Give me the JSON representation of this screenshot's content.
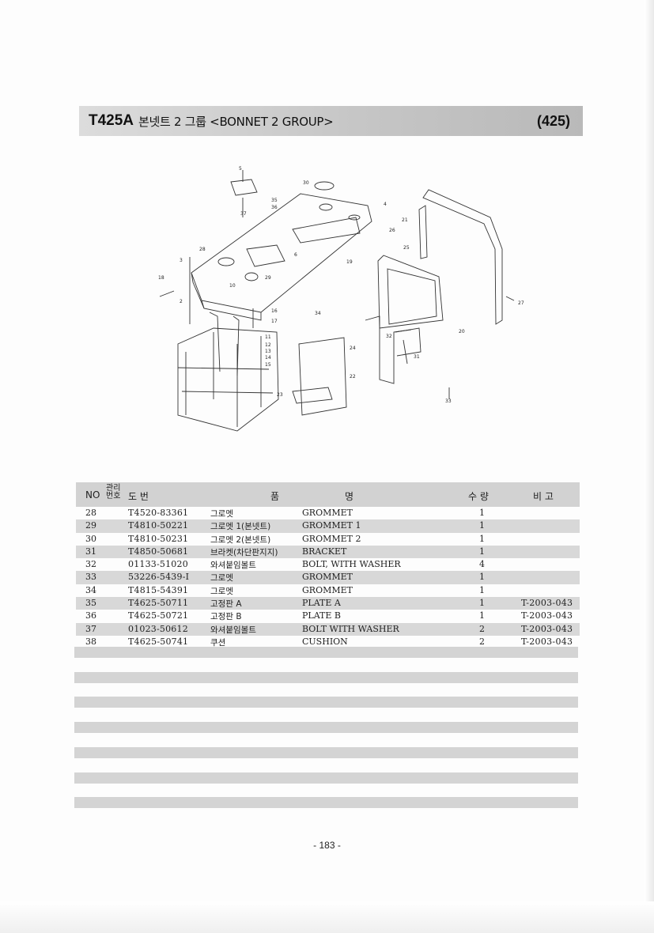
{
  "header": {
    "code": "T425A",
    "title": "본넷트 2 그룹 <BONNET 2 GROUP>",
    "number": "(425)"
  },
  "table": {
    "headers": {
      "no": "NO",
      "mgmt_top": "관리",
      "mgmt_bottom": "번호",
      "drawing": "도    번",
      "name_a": "품",
      "name_b": "명",
      "qty": "수  량",
      "remarks": "비  고"
    },
    "rows": [
      {
        "no": "28",
        "part": "T4520-83361",
        "kr": "그로멧",
        "en": "GROMMET",
        "qty": "1",
        "remarks": ""
      },
      {
        "no": "29",
        "part": "T4810-50221",
        "kr": "그로멧 1(본넷트)",
        "en": "GROMMET 1",
        "qty": "1",
        "remarks": ""
      },
      {
        "no": "30",
        "part": "T4810-50231",
        "kr": "그로멧 2(본넷트)",
        "en": "GROMMET 2",
        "qty": "1",
        "remarks": ""
      },
      {
        "no": "31",
        "part": "T4850-50681",
        "kr": "브라켓(차단판지지)",
        "en": "BRACKET",
        "qty": "1",
        "remarks": ""
      },
      {
        "no": "32",
        "part": "01133-51020",
        "kr": "와셔붙임볼트",
        "en": "BOLT, WITH WASHER",
        "qty": "4",
        "remarks": ""
      },
      {
        "no": "33",
        "part": "53226-5439-I",
        "kr": "그로멧",
        "en": "GROMMET",
        "qty": "1",
        "remarks": ""
      },
      {
        "no": "34",
        "part": "T4815-54391",
        "kr": "그로멧",
        "en": "GROMMET",
        "qty": "1",
        "remarks": ""
      },
      {
        "no": "35",
        "part": "T4625-50711",
        "kr": "고정판 A",
        "en": "PLATE A",
        "qty": "1",
        "remarks": "T-2003-043"
      },
      {
        "no": "36",
        "part": "T4625-50721",
        "kr": "고정판 B",
        "en": "PLATE B",
        "qty": "1",
        "remarks": "T-2003-043"
      },
      {
        "no": "37",
        "part": "01023-50612",
        "kr": "와셔붙임볼트",
        "en": "BOLT WITH WASHER",
        "qty": "2",
        "remarks": "T-2003-043"
      },
      {
        "no": "38",
        "part": "T4625-50741",
        "kr": "쿠션",
        "en": "CUSHION",
        "qty": "2",
        "remarks": "T-2003-043"
      }
    ]
  },
  "diagram": {
    "callouts": [
      "5",
      "30",
      "35",
      "36",
      "37",
      "4",
      "21",
      "26",
      "25",
      "28",
      "19",
      "6",
      "3",
      "29",
      "18",
      "10",
      "2",
      "16",
      "17",
      "34",
      "27",
      "20",
      "11",
      "12",
      "13",
      "14",
      "15",
      "24",
      "32",
      "31",
      "22",
      "23",
      "33"
    ]
  },
  "footer": {
    "page": "- 183 -"
  }
}
